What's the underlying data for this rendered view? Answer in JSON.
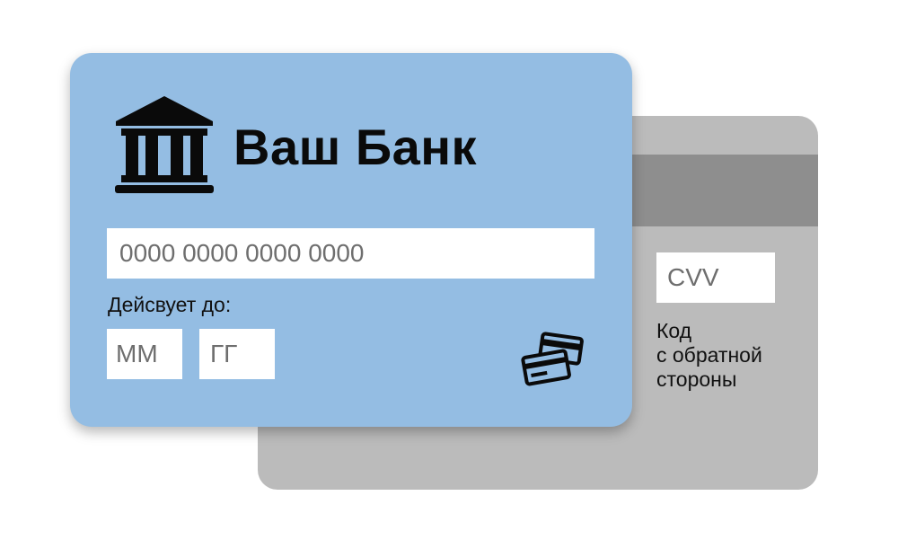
{
  "front_card": {
    "bank_name": "Ваш Банк",
    "bank_icon": "bank-building-icon",
    "card_number_placeholder": "0000 0000 0000 0000",
    "valid_until_label": "Дейсвует до:",
    "month_placeholder": "ММ",
    "year_placeholder": "ГГ",
    "cards_icon": "credit-cards-icon",
    "background_color": "#94bde3"
  },
  "back_card": {
    "cvv_placeholder": "CVV",
    "cvv_caption_lines": [
      "Код",
      "с обратной",
      "стороны"
    ],
    "background_color": "#bbbbbb",
    "stripe_color": "#8e8e8e"
  }
}
